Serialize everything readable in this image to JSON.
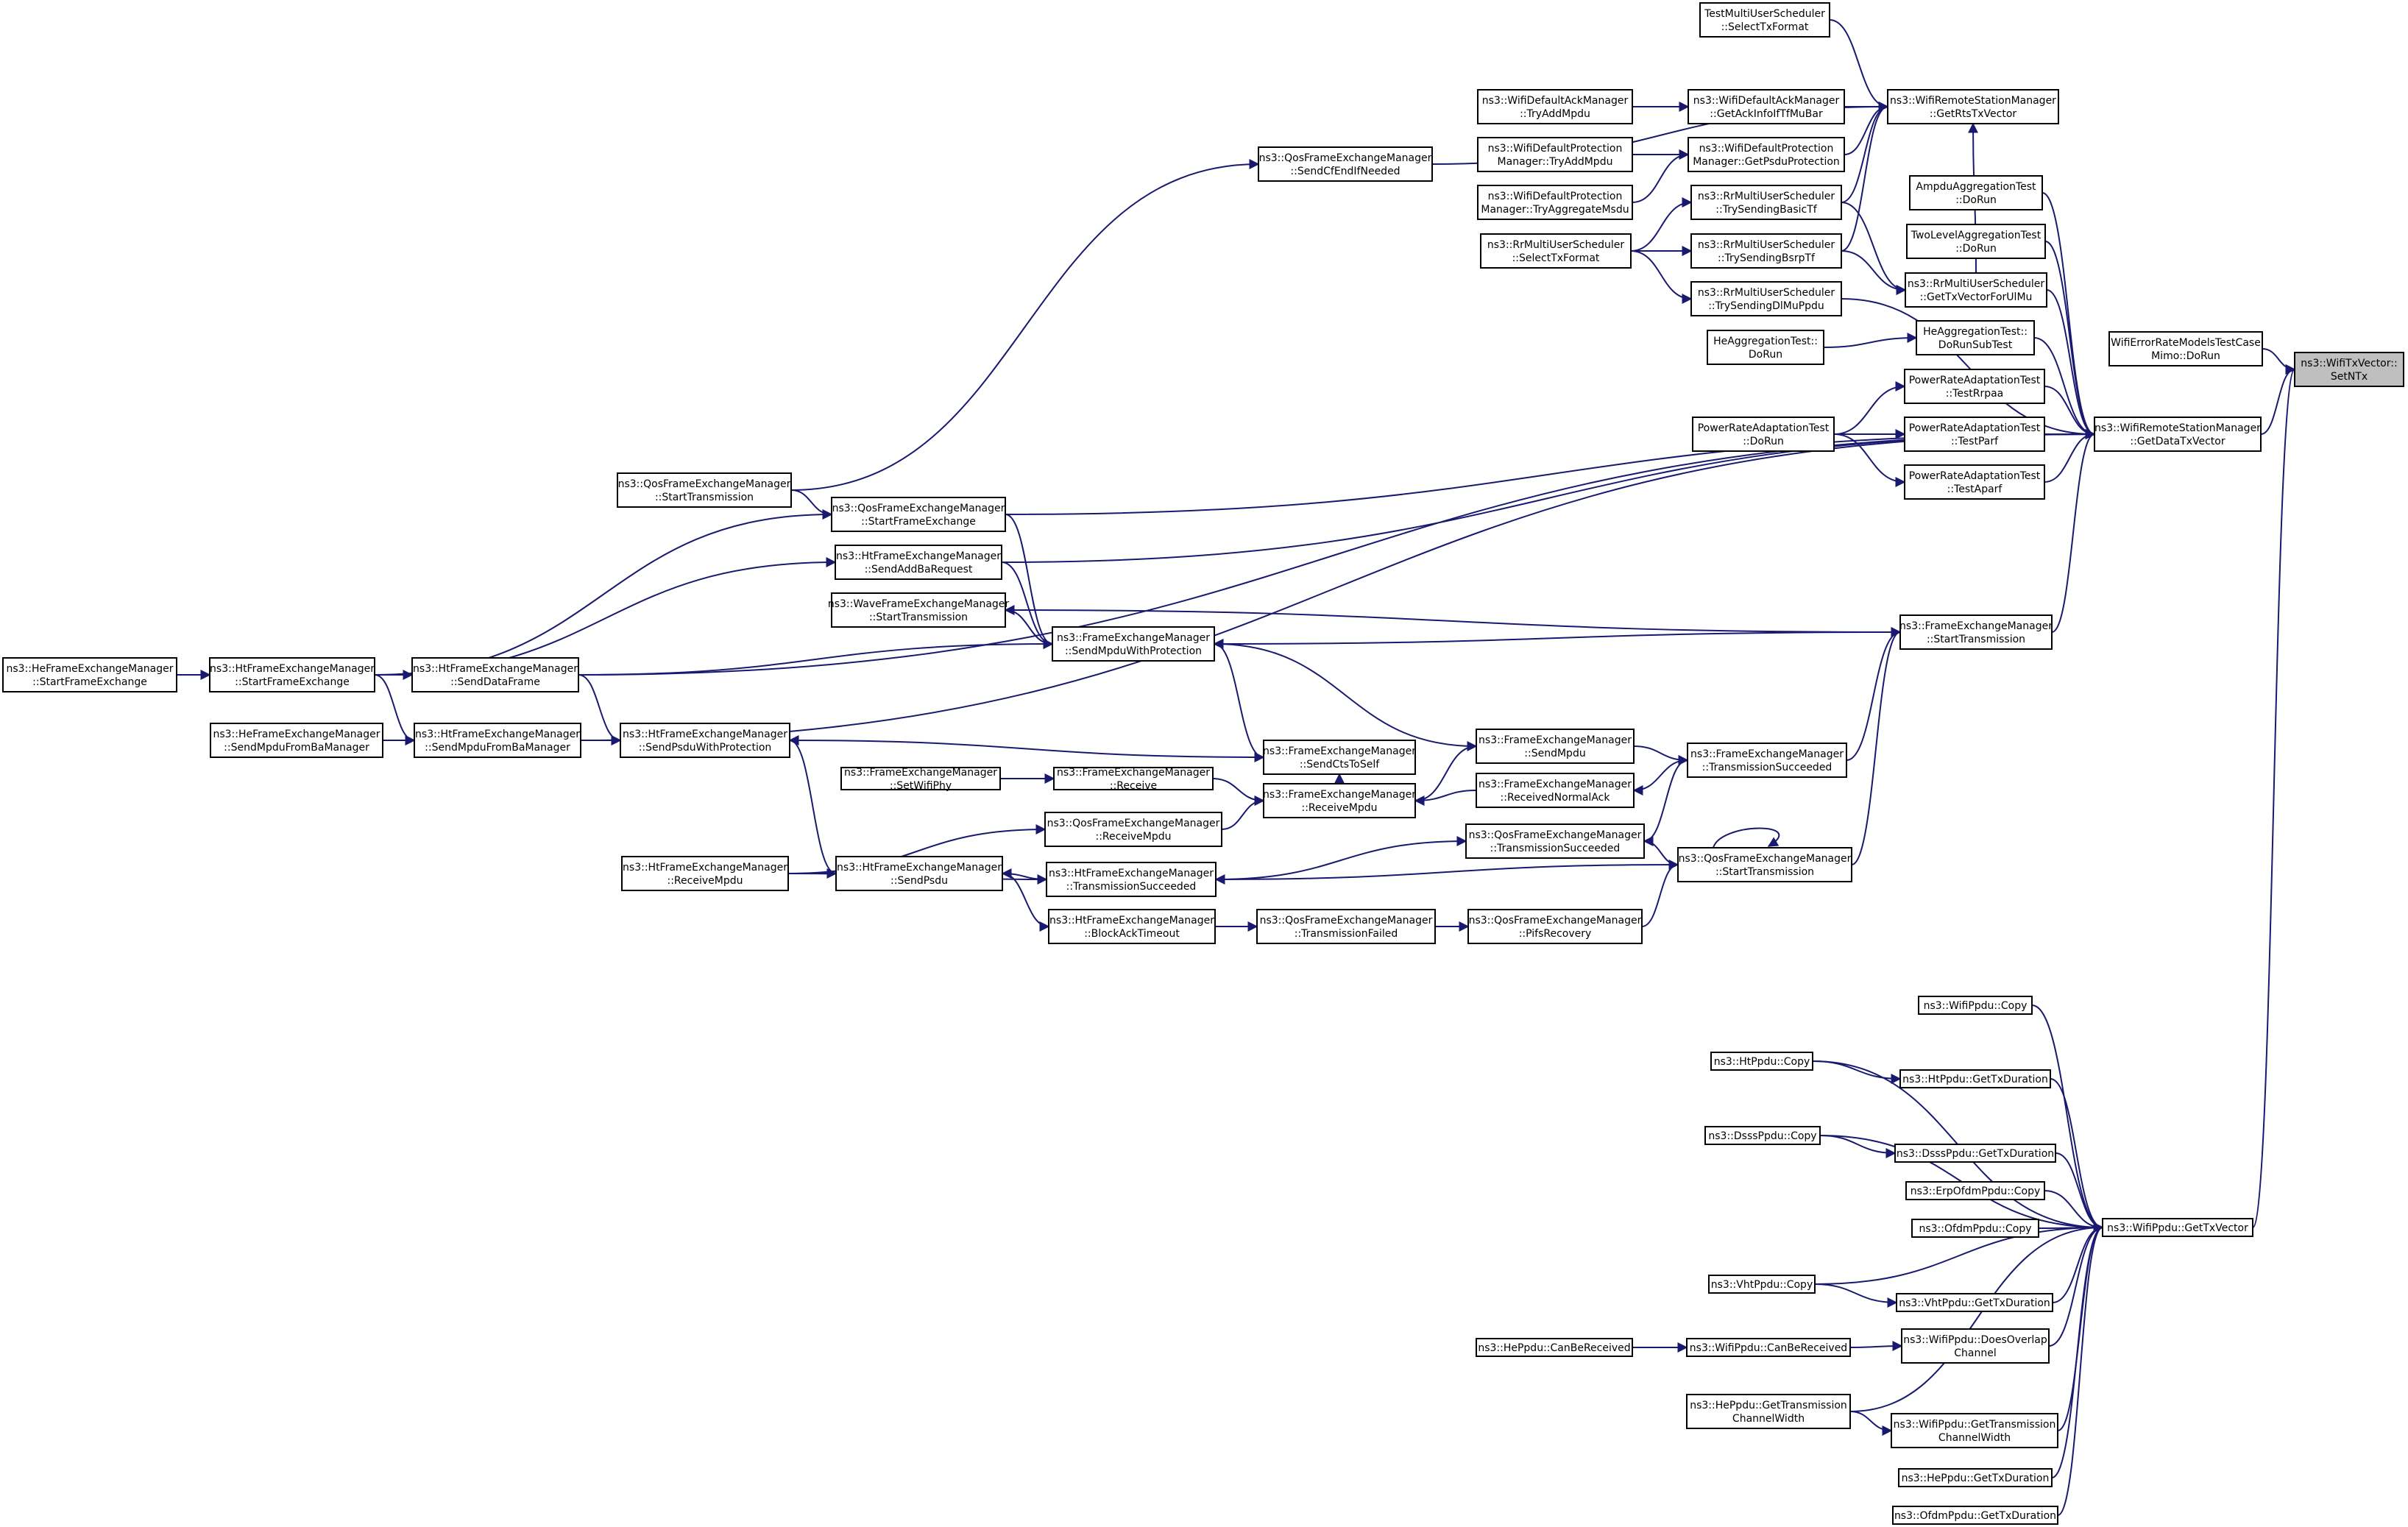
{
  "graph": {
    "type": "doxygen-caller-graph",
    "colors": {
      "edge": "#191970",
      "node_border": "#000000",
      "root_fill": "#bfbfbf",
      "node_fill": "#ffffff"
    },
    "root": "n_root",
    "nodes": {
      "n_root": [
        "ns3::WifiTxVector::",
        "SetNTx"
      ],
      "n_errmimo": [
        "WifiErrorRateModelsTestCase",
        "Mimo::DoRun"
      ],
      "n_gdtv": [
        "ns3::WifiRemoteStationManager",
        "::GetDataTxVector"
      ],
      "n_ppdu_gtv": [
        "ns3::WifiPpdu::GetTxVector"
      ],
      "n_rts": [
        "ns3::WifiRemoteStationManager",
        "::GetRtsTxVector"
      ],
      "n_tmus": [
        "TestMultiUserScheduler",
        "::SelectTxFormat"
      ],
      "n_dam_ack": [
        "ns3::WifiDefaultAckManager",
        "::GetAckInfoIfTfMuBar"
      ],
      "n_dam_try": [
        "ns3::WifiDefaultAckManager",
        "::TryAddMpdu"
      ],
      "n_dpm_psdu": [
        "ns3::WifiDefaultProtection",
        "Manager::GetPsduProtection"
      ],
      "n_dpm_tam": [
        "ns3::WifiDefaultProtection",
        "Manager::TryAddMpdu"
      ],
      "n_dpm_tams": [
        "ns3::WifiDefaultProtection",
        "Manager::TryAggregateMsdu"
      ],
      "n_rr_tf": [
        "ns3::RrMultiUserScheduler",
        "::TrySendingBasicTf"
      ],
      "n_rr_sel": [
        "ns3::RrMultiUserScheduler",
        "::SelectTxFormat"
      ],
      "n_rr_bsrp": [
        "ns3::RrMultiUserScheduler",
        "::TrySendingBsrpTf"
      ],
      "n_rr_dl": [
        "ns3::RrMultiUserScheduler",
        "::TrySendingDlMuPpdu"
      ],
      "n_mus_ul": [
        "ns3::RrMultiUserScheduler",
        "::GetTxVectorForUlMu"
      ],
      "n_ampdu": [
        "AmpduAggregationTest",
        "::DoRun"
      ],
      "n_twolevel": [
        "TwoLevelAggregationTest",
        "::DoRun"
      ],
      "n_heagg_sub": [
        "HeAggregationTest::",
        "DoRunSubTest"
      ],
      "n_heagg": [
        "HeAggregationTest::",
        "DoRun"
      ],
      "n_pra_rrpaa": [
        "PowerRateAdaptationTest",
        "::TestRrpaa"
      ],
      "n_pra_parf": [
        "PowerRateAdaptationTest",
        "::TestParf"
      ],
      "n_pra_aparf": [
        "PowerRateAdaptationTest",
        "::TestAparf"
      ],
      "n_pra_dorun": [
        "PowerRateAdaptationTest",
        "::DoRun"
      ],
      "n_qos_cfend": [
        "ns3::QosFrameExchangeManager",
        "::SendCfEndIfNeeded"
      ],
      "n_qos_st_l": [
        "ns3::QosFrameExchangeManager",
        "::StartTransmission"
      ],
      "n_qos_sfe": [
        "ns3::QosFrameExchangeManager",
        "::StartFrameExchange"
      ],
      "n_ht_addba": [
        "ns3::HtFrameExchangeManager",
        "::SendAddBaRequest"
      ],
      "n_wave_st": [
        "ns3::WaveFrameExchangeManager",
        "::StartTransmission"
      ],
      "n_fem_smwp": [
        "ns3::FrameExchangeManager",
        "::SendMpduWithProtection"
      ],
      "n_fem_st": [
        "ns3::FrameExchangeManager",
        "::StartTransmission"
      ],
      "n_he_sfe": [
        "ns3::HeFrameExchangeManager",
        "::StartFrameExchange"
      ],
      "n_ht_sfe": [
        "ns3::HtFrameExchangeManager",
        "::StartFrameExchange"
      ],
      "n_ht_sdf": [
        "ns3::HtFrameExchangeManager",
        "::SendDataFrame"
      ],
      "n_he_smba": [
        "ns3::HeFrameExchangeManager",
        "::SendMpduFromBaManager"
      ],
      "n_ht_smba": [
        "ns3::HtFrameExchangeManager",
        "::SendMpduFromBaManager"
      ],
      "n_ht_spwp": [
        "ns3::HtFrameExchangeManager",
        "::SendPsduWithProtection"
      ],
      "n_fem_scts": [
        "ns3::FrameExchangeManager",
        "::SendCtsToSelf"
      ],
      "n_fem_smpdu": [
        "ns3::FrameExchangeManager",
        "::SendMpdu"
      ],
      "n_fem_ts": [
        "ns3::FrameExchangeManager",
        "::TransmissionSucceeded"
      ],
      "n_fem_setphy": [
        "ns3::FrameExchangeManager",
        "::SetWifiPhy"
      ],
      "n_fem_recv": [
        "ns3::FrameExchangeManager",
        "::Receive"
      ],
      "n_fem_rmpdu": [
        "ns3::FrameExchangeManager",
        "::ReceiveMpdu"
      ],
      "n_fem_rna": [
        "ns3::FrameExchangeManager",
        "::ReceivedNormalAck"
      ],
      "n_qos_rmpdu": [
        "ns3::QosFrameExchangeManager",
        "::ReceiveMpdu"
      ],
      "n_qos_ts": [
        "ns3::QosFrameExchangeManager",
        "::TransmissionSucceeded"
      ],
      "n_qos_st_r": [
        "ns3::QosFrameExchangeManager",
        "::StartTransmission"
      ],
      "n_ht_rmpdu": [
        "ns3::HtFrameExchangeManager",
        "::ReceiveMpdu"
      ],
      "n_ht_spsdu": [
        "ns3::HtFrameExchangeManager",
        "::SendPsdu"
      ],
      "n_ht_ts": [
        "ns3::HtFrameExchangeManager",
        "::TransmissionSucceeded"
      ],
      "n_ht_bat": [
        "ns3::HtFrameExchangeManager",
        "::BlockAckTimeout"
      ],
      "n_qos_tf": [
        "ns3::QosFrameExchangeManager",
        "::TransmissionFailed"
      ],
      "n_qos_pifs": [
        "ns3::QosFrameExchangeManager",
        "::PifsRecovery"
      ],
      "n_wppdu_copy": [
        "ns3::WifiPpdu::Copy"
      ],
      "n_htppdu_copy": [
        "ns3::HtPpdu::Copy"
      ],
      "n_htppdu_dur": [
        "ns3::HtPpdu::GetTxDuration"
      ],
      "n_dsss_copy": [
        "ns3::DsssPpdu::Copy"
      ],
      "n_dsss_dur": [
        "ns3::DsssPpdu::GetTxDuration"
      ],
      "n_erp_copy": [
        "ns3::ErpOfdmPpdu::Copy"
      ],
      "n_ofdm_copy": [
        "ns3::OfdmPpdu::Copy"
      ],
      "n_vht_copy": [
        "ns3::VhtPpdu::Copy"
      ],
      "n_vht_dur": [
        "ns3::VhtPpdu::GetTxDuration"
      ],
      "n_heppdu_cbr": [
        "ns3::HePpdu::CanBeReceived"
      ],
      "n_wppdu_cbr": [
        "ns3::WifiPpdu::CanBeReceived"
      ],
      "n_wppdu_dov": [
        "ns3::WifiPpdu::DoesOverlap",
        "Channel"
      ],
      "n_heppdu_gtcw": [
        "ns3::HePpdu::GetTransmission",
        "ChannelWidth"
      ],
      "n_wppdu_gtcw": [
        "ns3::WifiPpdu::GetTransmission",
        "ChannelWidth"
      ],
      "n_heppdu_dur": [
        "ns3::HePpdu::GetTxDuration"
      ],
      "n_ofdm_dur": [
        "ns3::OfdmPpdu::GetTxDuration"
      ]
    },
    "edges": [
      [
        "n_errmimo",
        "n_root"
      ],
      [
        "n_gdtv",
        "n_root"
      ],
      [
        "n_ppdu_gtv",
        "n_root"
      ],
      [
        "n_tmus",
        "n_rts"
      ],
      [
        "n_dam_ack",
        "n_rts"
      ],
      [
        "n_dam_try",
        "n_dam_ack"
      ],
      [
        "n_dpm_psdu",
        "n_rts"
      ],
      [
        "n_dpm_tam",
        "n_dpm_psdu"
      ],
      [
        "n_dpm_tams",
        "n_dpm_psdu"
      ],
      [
        "n_rr_tf",
        "n_rts"
      ],
      [
        "n_rr_sel",
        "n_rr_tf"
      ],
      [
        "n_rr_bsrp",
        "n_rts"
      ],
      [
        "n_rr_sel",
        "n_rr_bsrp"
      ],
      [
        "n_rr_dl",
        "n_gdtv"
      ],
      [
        "n_rr_sel",
        "n_rr_dl"
      ],
      [
        "n_rr_tf",
        "n_mus_ul"
      ],
      [
        "n_rr_bsrp",
        "n_mus_ul"
      ],
      [
        "n_mus_ul",
        "n_gdtv"
      ],
      [
        "n_ampdu",
        "n_gdtv"
      ],
      [
        "n_twolevel",
        "n_gdtv"
      ],
      [
        "n_heagg_sub",
        "n_gdtv"
      ],
      [
        "n_heagg",
        "n_heagg_sub"
      ],
      [
        "n_pra_rrpaa",
        "n_gdtv"
      ],
      [
        "n_pra_parf",
        "n_gdtv"
      ],
      [
        "n_pra_aparf",
        "n_gdtv"
      ],
      [
        "n_pra_dorun",
        "n_pra_rrpaa"
      ],
      [
        "n_pra_dorun",
        "n_pra_parf"
      ],
      [
        "n_pra_dorun",
        "n_pra_aparf"
      ],
      [
        "n_qos_cfend",
        "n_rts"
      ],
      [
        "n_qos_st_l",
        "n_qos_cfend"
      ],
      [
        "n_qos_st_l",
        "n_qos_sfe"
      ],
      [
        "n_qos_sfe",
        "n_gdtv"
      ],
      [
        "n_ht_addba",
        "n_gdtv"
      ],
      [
        "n_fem_st",
        "n_gdtv"
      ],
      [
        "n_ht_sdf",
        "n_gdtv"
      ],
      [
        "n_ht_smba",
        "n_gdtv"
      ],
      [
        "n_he_sfe",
        "n_ht_sfe"
      ],
      [
        "n_ht_sfe",
        "n_qos_sfe"
      ],
      [
        "n_ht_sfe",
        "n_ht_addba"
      ],
      [
        "n_ht_sfe",
        "n_ht_sdf"
      ],
      [
        "n_ht_sfe",
        "n_ht_smba"
      ],
      [
        "n_fem_st",
        "n_fem_smwp"
      ],
      [
        "n_qos_sfe",
        "n_fem_smwp"
      ],
      [
        "n_ht_addba",
        "n_fem_smwp"
      ],
      [
        "n_wave_st",
        "n_fem_smwp"
      ],
      [
        "n_ht_sdf",
        "n_fem_smwp"
      ],
      [
        "n_fem_scts",
        "n_fem_smwp"
      ],
      [
        "n_fem_smpdu",
        "n_fem_smwp"
      ],
      [
        "n_he_smba",
        "n_ht_smba"
      ],
      [
        "n_ht_smba",
        "n_ht_spwp"
      ],
      [
        "n_ht_sdf",
        "n_ht_spwp"
      ],
      [
        "n_ht_spwp",
        "n_fem_scts"
      ],
      [
        "n_fem_rmpdu",
        "n_fem_scts"
      ],
      [
        "n_ht_spsdu",
        "n_ht_spwp"
      ],
      [
        "n_fem_smpdu",
        "n_fem_ts"
      ],
      [
        "n_fem_rmpdu",
        "n_fem_smpdu"
      ],
      [
        "n_fem_setphy",
        "n_fem_recv"
      ],
      [
        "n_fem_recv",
        "n_fem_rmpdu"
      ],
      [
        "n_qos_rmpdu",
        "n_fem_rmpdu"
      ],
      [
        "n_fem_rna",
        "n_fem_rmpdu"
      ],
      [
        "n_fem_ts",
        "n_fem_rna"
      ],
      [
        "n_fem_ts",
        "n_fem_st"
      ],
      [
        "n_qos_ts",
        "n_fem_ts"
      ],
      [
        "n_ht_rmpdu",
        "n_qos_rmpdu"
      ],
      [
        "n_ht_ts",
        "n_qos_ts"
      ],
      [
        "n_ht_ts",
        "n_ht_spsdu"
      ],
      [
        "n_ht_rmpdu",
        "n_ht_spsdu"
      ],
      [
        "n_ht_rmpdu",
        "n_ht_ts"
      ],
      [
        "n_qos_st_r",
        "n_fem_st"
      ],
      [
        "n_qos_st_r",
        "n_qos_ts"
      ],
      [
        "n_qos_st_r",
        "n_ht_ts"
      ],
      [
        "n_qos_st_r",
        "n_qos_st_r"
      ],
      [
        "n_qos_pifs",
        "n_qos_st_r"
      ],
      [
        "n_qos_tf",
        "n_qos_pifs"
      ],
      [
        "n_ht_bat",
        "n_qos_tf"
      ],
      [
        "n_ht_spsdu",
        "n_ht_bat"
      ],
      [
        "n_fem_st",
        "n_wave_st"
      ],
      [
        "n_mus_ul",
        "n_rts"
      ],
      [
        "n_wppdu_copy",
        "n_ppdu_gtv"
      ],
      [
        "n_htppdu_copy",
        "n_ppdu_gtv"
      ],
      [
        "n_htppdu_copy",
        "n_htppdu_dur"
      ],
      [
        "n_htppdu_dur",
        "n_ppdu_gtv"
      ],
      [
        "n_dsss_copy",
        "n_ppdu_gtv"
      ],
      [
        "n_dsss_copy",
        "n_dsss_dur"
      ],
      [
        "n_dsss_dur",
        "n_ppdu_gtv"
      ],
      [
        "n_erp_copy",
        "n_ppdu_gtv"
      ],
      [
        "n_ofdm_copy",
        "n_ppdu_gtv"
      ],
      [
        "n_vht_copy",
        "n_ppdu_gtv"
      ],
      [
        "n_vht_copy",
        "n_vht_dur"
      ],
      [
        "n_vht_dur",
        "n_ppdu_gtv"
      ],
      [
        "n_heppdu_cbr",
        "n_wppdu_cbr"
      ],
      [
        "n_wppdu_cbr",
        "n_wppdu_dov"
      ],
      [
        "n_wppdu_dov",
        "n_ppdu_gtv"
      ],
      [
        "n_heppdu_gtcw",
        "n_ppdu_gtv"
      ],
      [
        "n_heppdu_gtcw",
        "n_wppdu_gtcw"
      ],
      [
        "n_wppdu_gtcw",
        "n_ppdu_gtv"
      ],
      [
        "n_heppdu_dur",
        "n_ppdu_gtv"
      ],
      [
        "n_ofdm_dur",
        "n_ppdu_gtv"
      ]
    ]
  }
}
